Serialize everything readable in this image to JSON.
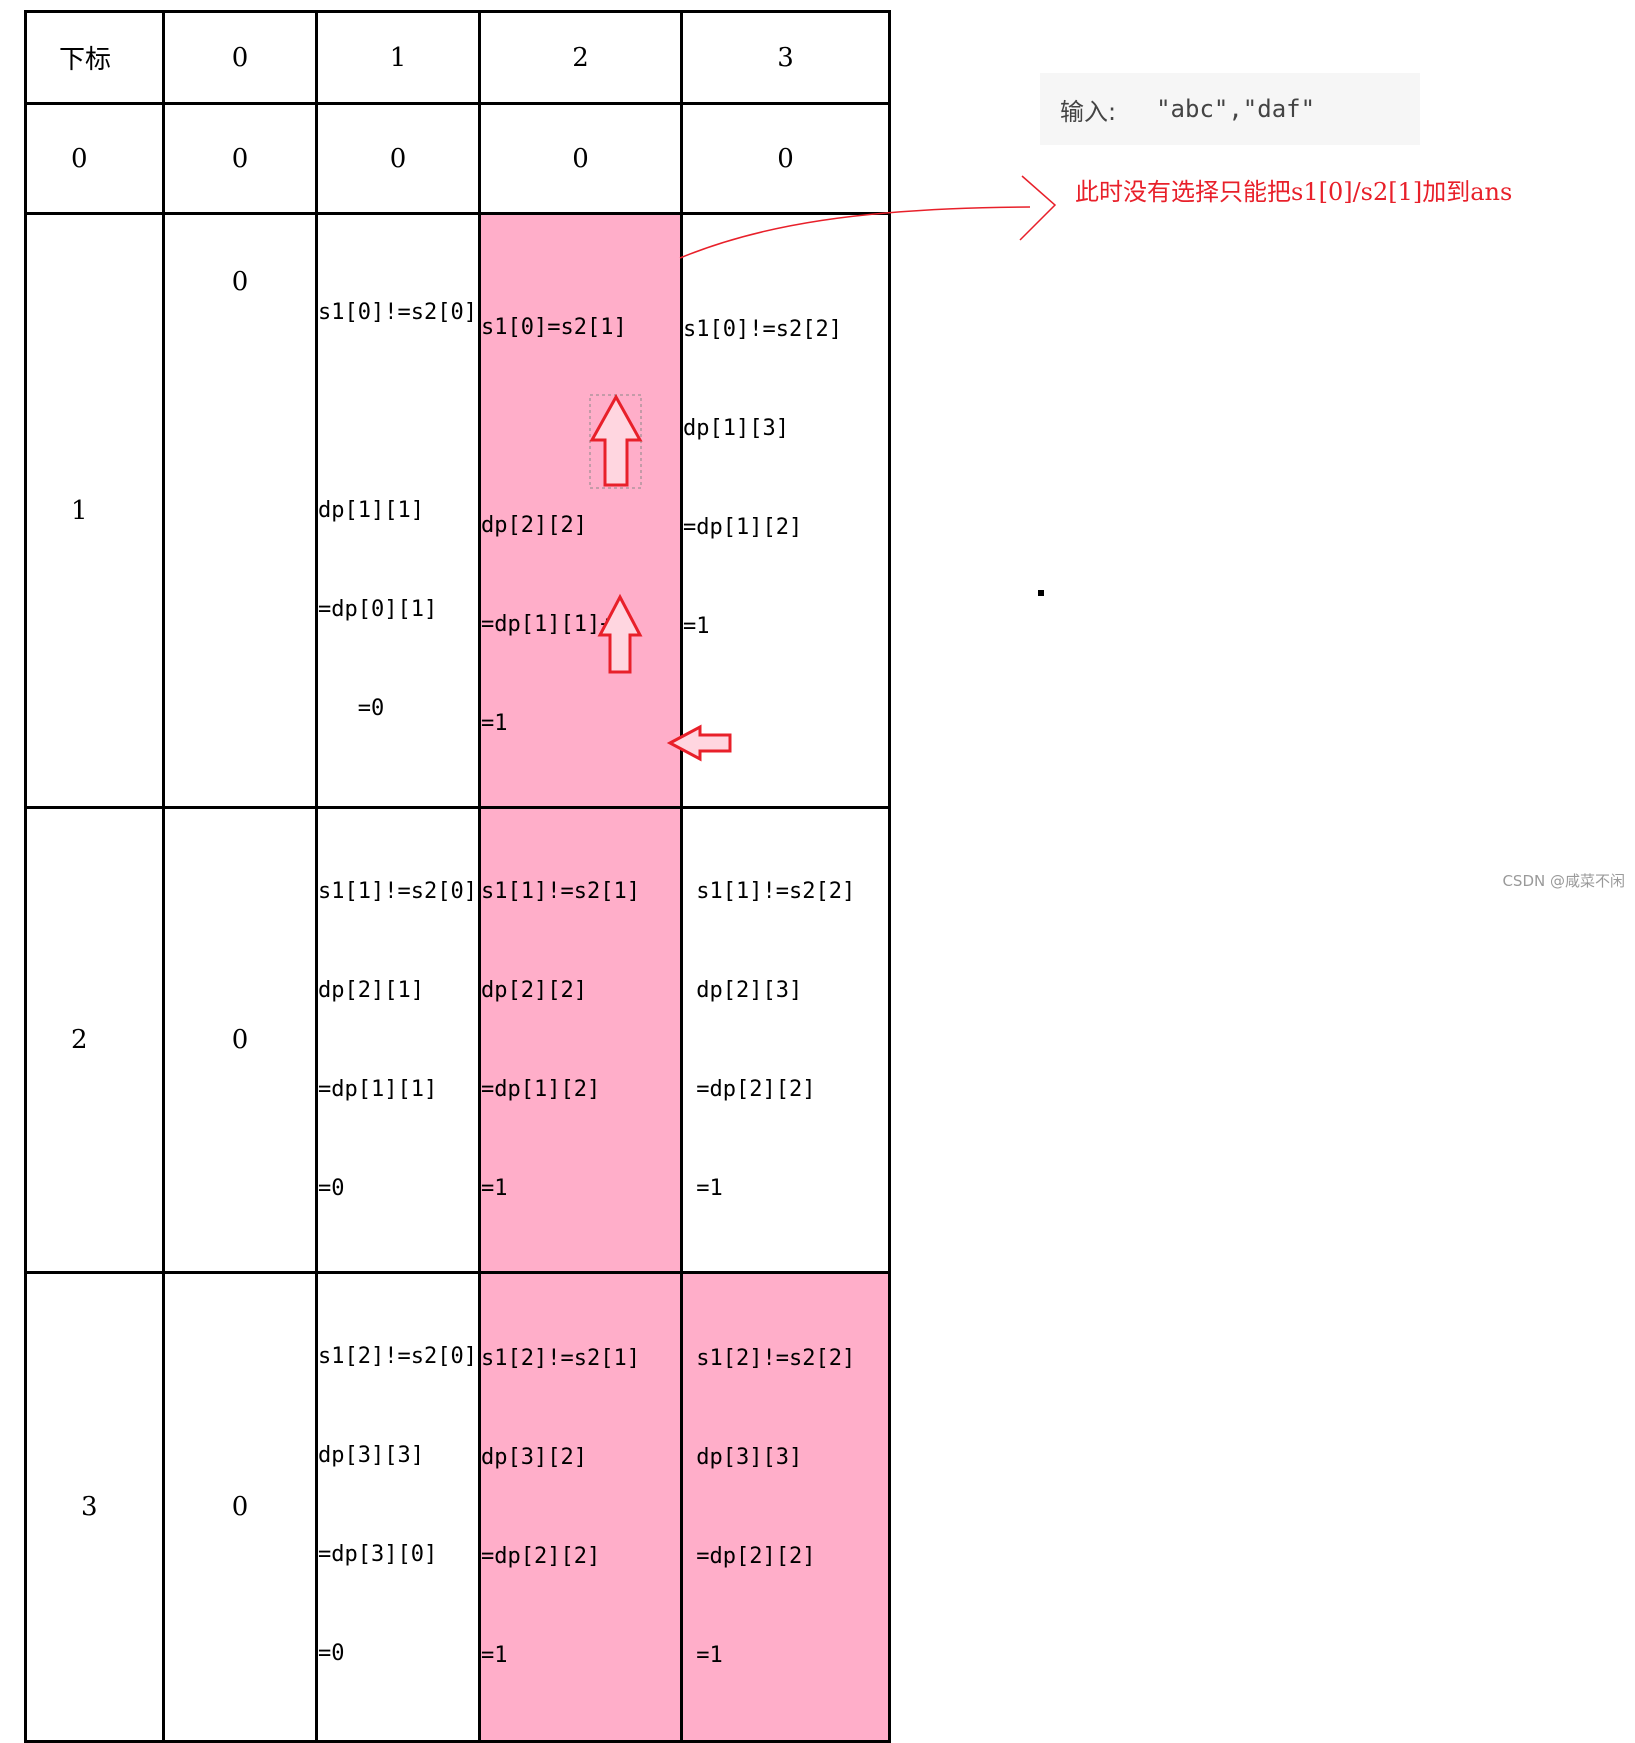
{
  "table": {
    "headers": [
      "下标",
      "0",
      "1",
      "2",
      "3"
    ],
    "rows": [
      {
        "label": "0",
        "cells": [
          [
            "0"
          ],
          [
            "0"
          ],
          [
            "0"
          ],
          [
            "0"
          ]
        ]
      },
      {
        "label": "1",
        "cells": [
          [
            "0"
          ],
          [
            "s1[0]!=s2[0]",
            "",
            "dp[1][1]",
            "=dp[0][1]",
            "   =0"
          ],
          [
            "s1[0]=s2[1]",
            "",
            "dp[2][2]",
            "=dp[1][1]+1",
            "=1"
          ],
          [
            "s1[0]!=s2[2]",
            "dp[1][3]",
            "=dp[1][2]",
            "=1"
          ]
        ]
      },
      {
        "label": "2",
        "cells": [
          [
            "0"
          ],
          [
            "s1[1]!=s2[0]",
            "dp[2][1]",
            "=dp[1][1]",
            "=0"
          ],
          [
            "s1[1]!=s2[1]",
            "dp[2][2]",
            "=dp[1][2]",
            "=1"
          ],
          [
            " s1[1]!=s2[2]",
            " dp[2][3]",
            " =dp[2][2]",
            " =1"
          ]
        ]
      },
      {
        "label": "3",
        "cells": [
          [
            "0"
          ],
          [
            "s1[2]!=s2[0]",
            "dp[3][3]",
            "=dp[3][0]",
            "=0"
          ],
          [
            "s1[2]!=s2[1]",
            "dp[3][2]",
            "=dp[2][2]",
            "=1"
          ],
          [
            " s1[2]!=s2[2]",
            " dp[3][3]",
            " =dp[2][2]",
            " =1"
          ]
        ]
      }
    ]
  },
  "input_box": {
    "label": "输入:",
    "value": "\"abc\",\"daf\""
  },
  "annotation": "此时没有选择只能把s1[0]/s2[1]加到ans",
  "watermark": "CSDN @咸菜不闲",
  "colors": {
    "highlight": "#ffaec9",
    "arrow": "#e8202a",
    "annotation": "#e8202a"
  }
}
